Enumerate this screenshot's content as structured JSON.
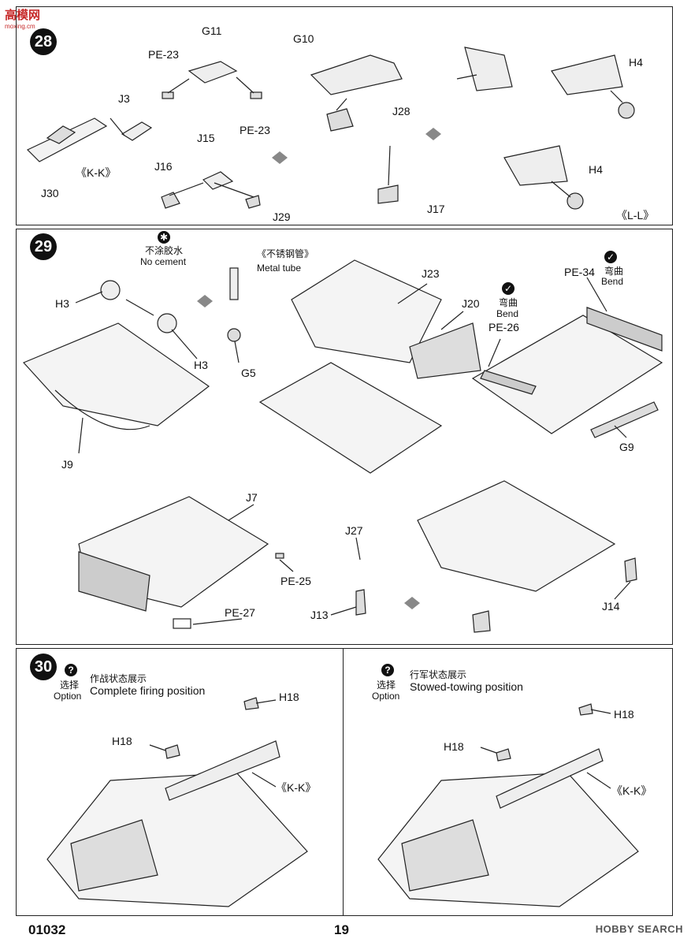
{
  "watermark": {
    "title": "高模网",
    "url": "moxing.cm"
  },
  "step28": {
    "number": "28",
    "labels": {
      "g11": "G11",
      "pe23a": "PE-23",
      "pe23b": "PE-23",
      "j3": "J3",
      "kk": "《K-K》",
      "j30": "J30",
      "j15": "J15",
      "j16": "J16",
      "j29": "J29",
      "g10": "G10",
      "j28": "J28",
      "j17": "J17",
      "h4a": "H4",
      "h4b": "H4",
      "ll": "《L-L》"
    }
  },
  "step29": {
    "number": "29",
    "no_cement_cn": "不涂胶水",
    "no_cement_en": "No cement",
    "metal_tube_cn": "《不锈钢管》",
    "metal_tube_en": "Metal tube",
    "bend1_cn": "弯曲",
    "bend1_en": "Bend",
    "bend2_cn": "弯曲",
    "bend2_en": "Bend",
    "labels": {
      "h3a": "H3",
      "h3b": "H3",
      "g5": "G5",
      "j9": "J9",
      "j23": "J23",
      "j20": "J20",
      "pe34": "PE-34",
      "pe26": "PE-26",
      "g9": "G9",
      "j7": "J7",
      "pe25": "PE-25",
      "pe27": "PE-27",
      "j27": "J27",
      "j13": "J13",
      "j14": "J14"
    }
  },
  "step30": {
    "number": "30",
    "left": {
      "option_cn": "选择",
      "option_en": "Option",
      "title_cn": "作战状态展示",
      "title_en": "Complete firing position",
      "labels": {
        "h18a": "H18",
        "h18b": "H18",
        "kk": "《K-K》"
      }
    },
    "right": {
      "option_cn": "选择",
      "option_en": "Option",
      "title_cn": "行军状态展示",
      "title_en": "Stowed-towing position",
      "labels": {
        "h18a": "H18",
        "h18b": "H18",
        "kk": "《K-K》"
      }
    }
  },
  "footer": {
    "code": "01032",
    "page": "19",
    "source": "HOBBY SEARCH"
  }
}
